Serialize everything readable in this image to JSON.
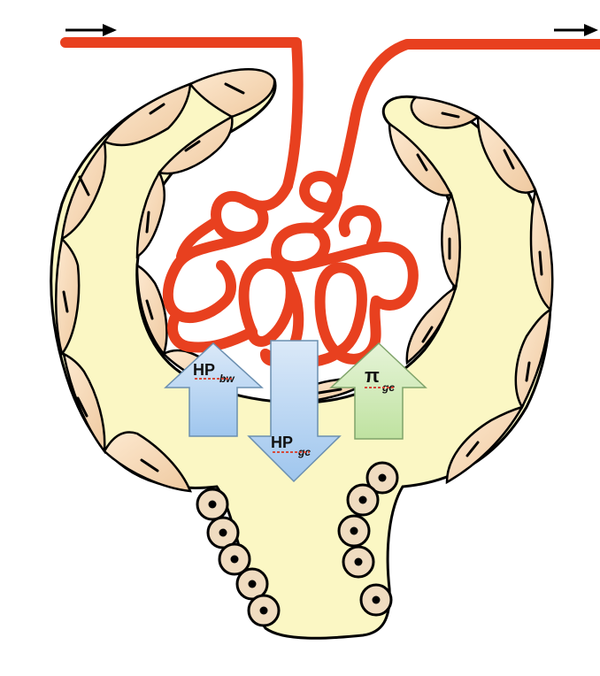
{
  "labels": {
    "hp_bw": {
      "main": "HP",
      "sub": "bw"
    },
    "hp_gc": {
      "main": "HP",
      "sub": "gc"
    },
    "pi_gc": {
      "main": "π",
      "sub": "gc"
    }
  },
  "colors": {
    "capillary": "#e8401f",
    "capsule": "#fbf7c4",
    "podocyte": "#f7dcbc",
    "blue_arrow": "#b8d6f2",
    "green_arrow": "#d2ebbe",
    "outline": "#000000",
    "underline": "#d64a3a"
  }
}
